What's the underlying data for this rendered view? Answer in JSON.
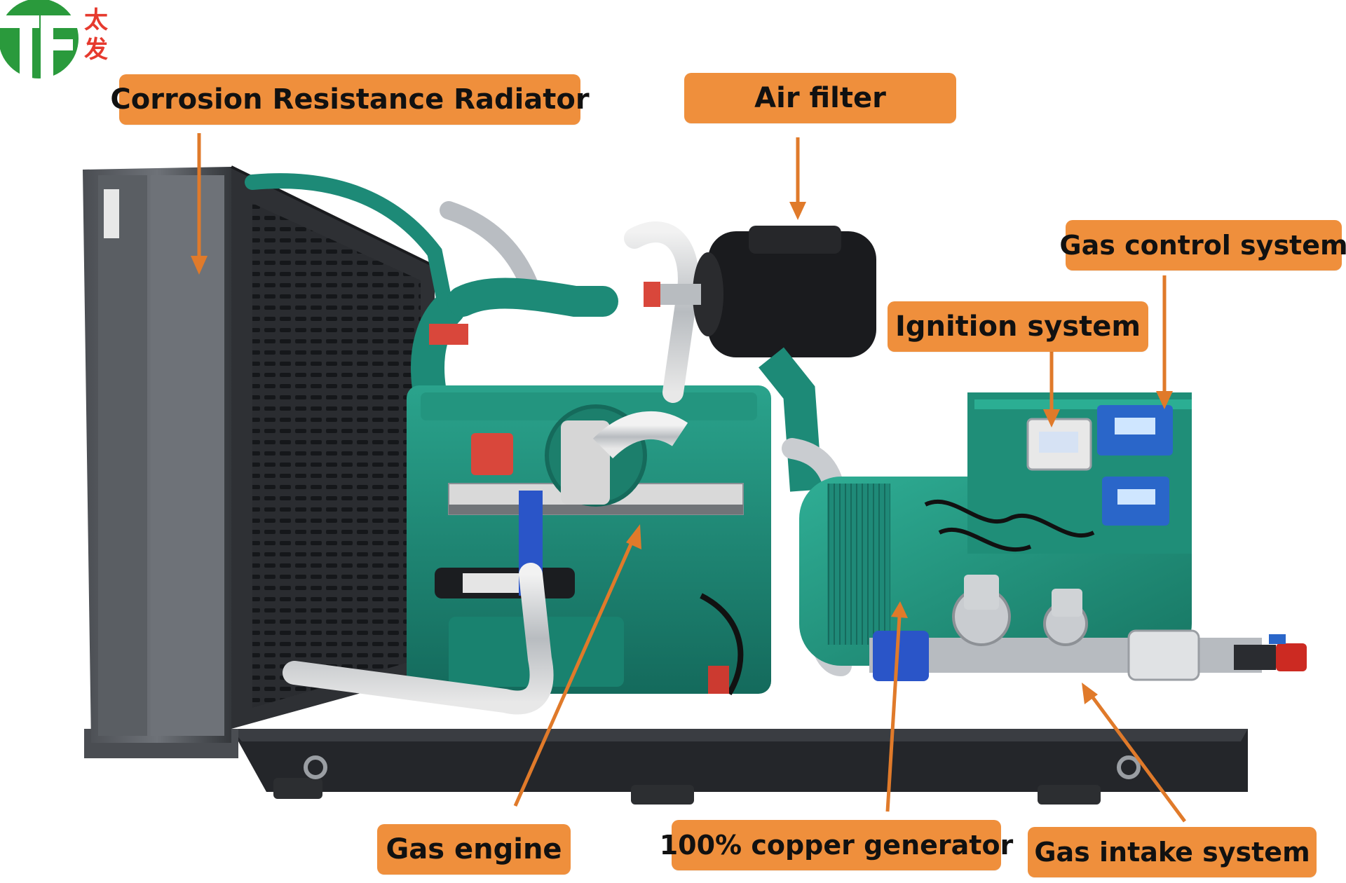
{
  "logo": {
    "chars": [
      "太",
      "发"
    ],
    "green": "#2a9a3c",
    "red": "#e63a2e"
  },
  "labels": {
    "radiator": "Corrosion Resistance Radiator",
    "air_filter": "Air filter",
    "gas_control": "Gas control system",
    "ignition": "Ignition system",
    "gas_engine": "Gas engine",
    "copper_generator": "100% copper generator",
    "gas_intake": "Gas intake system"
  },
  "colors": {
    "label_bg": "#ef8f3c",
    "arrow": "#e07a2a",
    "engine_green": "#1f8a78",
    "frame_black": "#2b2d30",
    "control_blue": "#2a66c9"
  }
}
